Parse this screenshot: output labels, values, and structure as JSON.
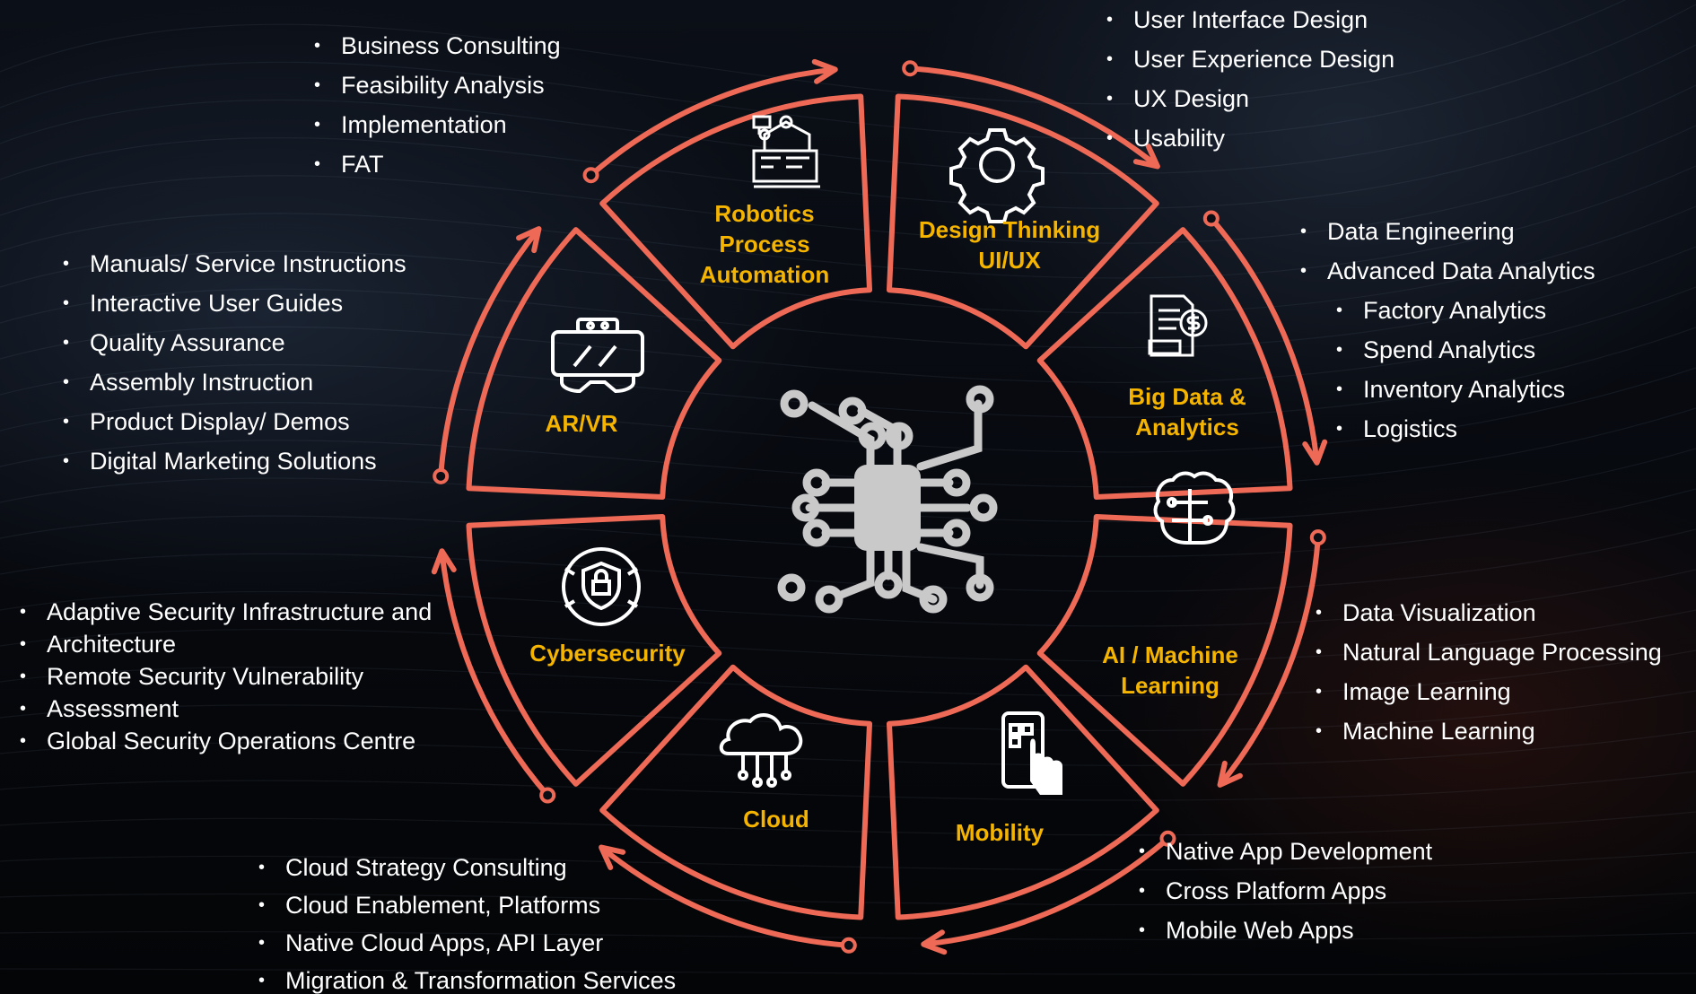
{
  "segments": {
    "rpa": {
      "label": "Robotics\nProcess\nAutomation",
      "icon": "robot-arm-icon"
    },
    "design": {
      "label": "Design Thinking\nUI/UX",
      "icon": "gear-icon"
    },
    "bigdata": {
      "label": "Big Data &\nAnalytics",
      "icon": "report-dollar-icon"
    },
    "ai": {
      "label": "AI / Machine\nLearning",
      "icon": "brain-circuit-icon"
    },
    "mobility": {
      "label": "Mobility",
      "icon": "phone-touch-icon"
    },
    "cloud": {
      "label": "Cloud",
      "icon": "cloud-network-icon"
    },
    "cyber": {
      "label": "Cybersecurity",
      "icon": "shield-lock-icon"
    },
    "arvr": {
      "label": "AR/VR",
      "icon": "vr-headset-icon"
    }
  },
  "center_icon": "chip-circuit-icon",
  "lists": {
    "rpa": [
      "Business Consulting",
      "Feasibility Analysis",
      "Implementation",
      "FAT"
    ],
    "design": [
      "User Interface Design",
      "User Experience Design",
      "UX Design",
      "Usability"
    ],
    "arvr": [
      "Manuals/ Service Instructions",
      "Interactive User Guides",
      "Quality Assurance",
      "Assembly Instruction",
      "Product Display/ Demos",
      "Digital Marketing Solutions"
    ],
    "bigdata": [
      "Data Engineering",
      "Advanced Data Analytics",
      "Factory Analytics",
      "Spend Analytics",
      "Inventory Analytics",
      "Logistics"
    ],
    "cyber": [
      "Adaptive Security Infrastructure and",
      "Architecture",
      "Remote Security Vulnerability",
      "Assessment",
      "Global Security Operations Centre"
    ],
    "ai": [
      "Data Visualization",
      "Natural Language Processing",
      "Image Learning",
      "Machine Learning"
    ],
    "cloud": [
      "Cloud Strategy Consulting",
      "Cloud Enablement, Platforms",
      "Native Cloud Apps, API Layer",
      "Migration & Transformation Services"
    ],
    "mobility": [
      "Native App Development",
      "Cross Platform Apps",
      "Mobile Web Apps"
    ]
  },
  "colors": {
    "segment_stroke": "#ee6a56",
    "label": "#f5b400",
    "icon": "#ffffff",
    "center_icon": "#c9c9c9",
    "background": "#05070d"
  }
}
